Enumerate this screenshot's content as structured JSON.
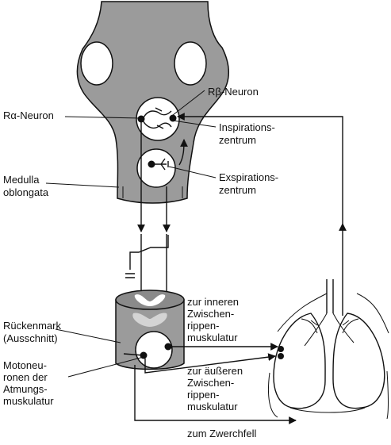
{
  "labels": {
    "r_alpha": "Rα-Neuron",
    "r_beta": "Rβ-Neuron",
    "inspiration_1": "Inspirations-",
    "inspiration_2": "zentrum",
    "expiration_1": "Exspirations-",
    "expiration_2": "zentrum",
    "medulla_1": "Medulla",
    "medulla_2": "oblongata",
    "spinal_1": "Rückenmark",
    "spinal_2": "(Ausschnitt)",
    "moto_1": "Motoneu-",
    "moto_2": "ronen der",
    "moto_3": "Atmungs-",
    "moto_4": "muskulatur",
    "inner_1": "zur inneren",
    "inner_2": "Zwischen-",
    "inner_3": "rippen-",
    "inner_4": "muskulatur",
    "outer_1": "zur äußeren",
    "outer_2": "Zwischen-",
    "outer_3": "rippen-",
    "outer_4": "muskulatur",
    "diaphragm": "zum Zwerchfell"
  }
}
